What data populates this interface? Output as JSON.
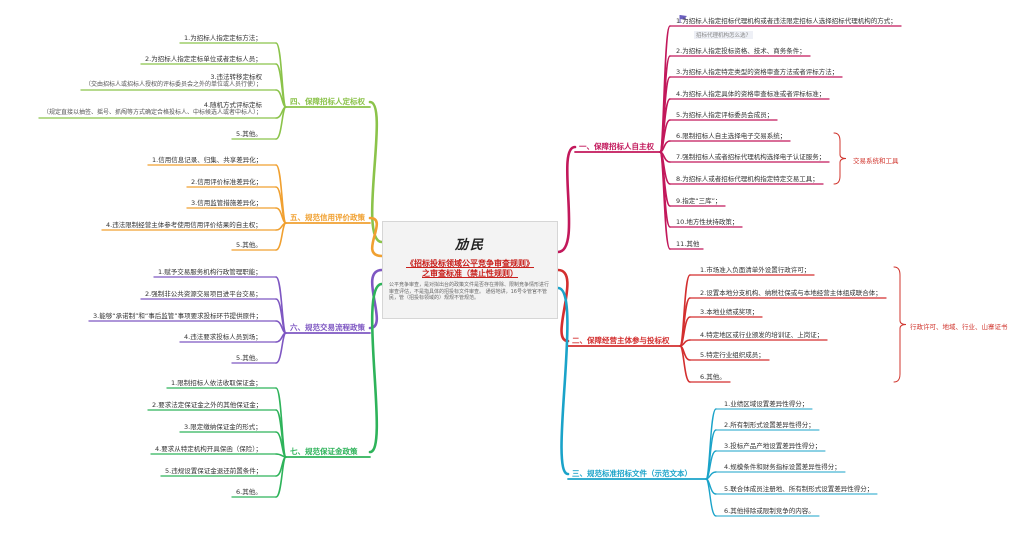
{
  "center": {
    "logo": "劢民",
    "title_line1": "《招标投标领域公平竞争审查规则》",
    "title_line2": "之审查标准（禁止性规则）",
    "note": "公平竞争审查，是对拟出台的政策文件是否存在排除、限制竞争情形进行审查评估，不是指具体的招投标文件审查。\n通俗地讲，16号令管官不管民，管（招投标领域的）规规不管规范。"
  },
  "colors": {
    "b1": "#c2185b",
    "b2": "#d32f2f",
    "b3": "#1aa3c9",
    "b4": "#8bc34a",
    "b5": "#f0a030",
    "b6": "#7e57c2",
    "b7": "#2eb35a",
    "bracket": "#d0342c"
  },
  "branches": [
    {
      "id": "b1",
      "label": "一、保障招标人自主权",
      "side": "right",
      "color": "b1",
      "items": [
        "1.为招标人指定招标代理机构或者违法限定招标人选择招标代理机构的方式；",
        "2.为招标人指定投标资格、技术、商务条件；",
        "3.为招标人指定特定类型的资格审查方法或者评标方法；",
        "4.为招标人指定具体的资格审查标准或者评标标准；",
        "5.为招标人指定评标委员会成员；",
        "6.限制招标人自主选择电子交易系统；",
        "7.强制招标人或者招标代理机构选择电子认证服务；",
        "8.为招标人或者招标代理机构指定特定交易工具；",
        "9.指定“三库”；",
        "10.地方性扶持政策；",
        "11.其他"
      ],
      "top_note": "招标代理机构怎么选？",
      "bracket_label": "交易系统和工具"
    },
    {
      "id": "b2",
      "label": "二、保障经营主体参与投标权",
      "side": "right",
      "color": "b2",
      "items": [
        "1.市场准入负面清单外设置行政许可；",
        "2.设置本地分支机构、纳税社保或与本地经营主体组成联合体；",
        "3.本地业绩或奖项；",
        "4.特定地区或行业颁发的培训证、上岗证；",
        "5.特定行业组织成员；",
        "6.其他。"
      ],
      "bracket_label": "行政许可、地域、行业、山寨证书"
    },
    {
      "id": "b3",
      "label": "三、规范标准招标文件（示范文本）",
      "side": "right",
      "color": "b3",
      "items": [
        "1.业绩区域设置差异性得分；",
        "2.所有制形式设置差异性得分；",
        "3.投标产品产地设置差异性得分；",
        "4.规模条件和财务指标设置差异性得分；",
        "5.联合体成员注册地、所有制形式设置差异性得分；",
        "6.其他排除或限制竞争的内容。"
      ]
    },
    {
      "id": "b4",
      "label": "四、保障招标人定标权",
      "side": "left",
      "color": "b4",
      "items": [
        {
          "main": "1.为招标人指定定标方法；"
        },
        {
          "main": "2.为招标人指定定标单位或者定标人员；"
        },
        {
          "main": "3.违法转移定标权",
          "sub": "（交由招标人或招标人授权的评标委员会之外的单位或人员行使）；"
        },
        {
          "main": "4.随机方式评标定标",
          "sub": "（规定直接以抽签、摇号、抓阄等方式确定合格投标人、中标候选人或者中标人）；"
        },
        {
          "main": "5.其他。"
        }
      ]
    },
    {
      "id": "b5",
      "label": "五、规范信用评价政策",
      "side": "left",
      "color": "b5",
      "items": [
        "1.信用信息记录、归集、共享差异化；",
        "2.信用评价标准差异化；",
        "3.信用监管措施差异化；",
        "4.违法限制经营主体参考使用信用评价结果的自主权；",
        "5.其他。"
      ]
    },
    {
      "id": "b6",
      "label": "六、规范交易流程政策",
      "side": "left",
      "color": "b6",
      "items": [
        "1.赋予交易服务机构行政管理职能；",
        "2.强制非公共资源交易项目进平台交易；",
        "3.能够“承诺制”和“事后监管”事项要求投标环节提供原件；",
        "4.违法要求投标人员到场；",
        "5.其他。"
      ]
    },
    {
      "id": "b7",
      "label": "七、规范保证金政策",
      "side": "left",
      "color": "b7",
      "items": [
        "1.限制招标人依法收取保证金；",
        "2.要求法定保证金之外的其他保证金；",
        "3.限定缴纳保证金的形式；",
        "4.要求从特定机构开具保函（保险）；",
        "5.违规设置保证金退还前置条件；",
        "6.其他。"
      ]
    }
  ]
}
